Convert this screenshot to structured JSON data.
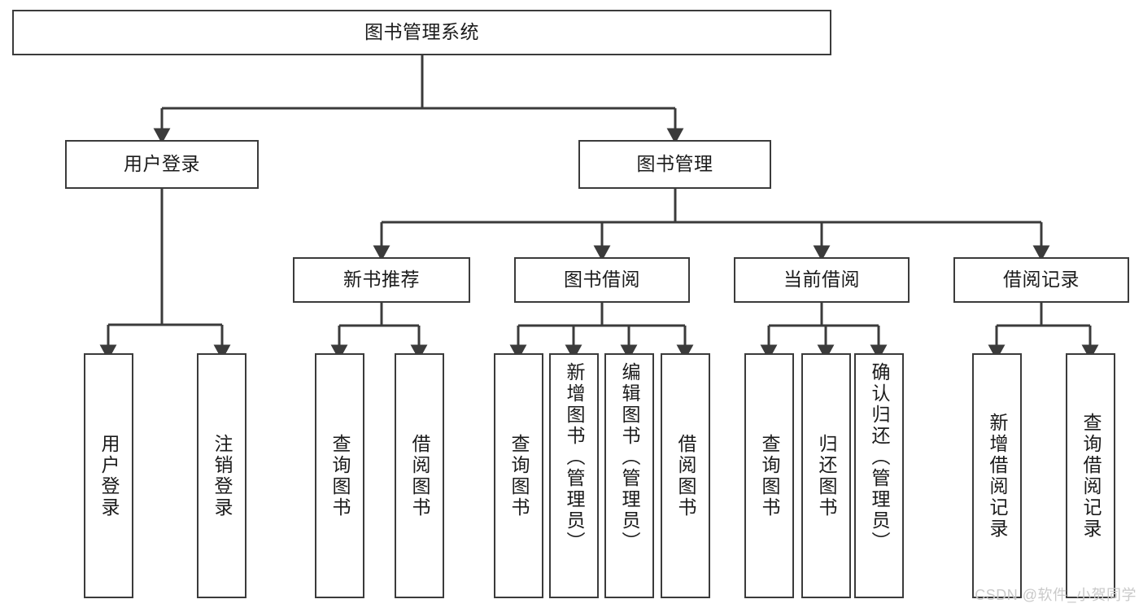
{
  "diagram": {
    "title": "图书管理系统",
    "type": "hierarchy-tree",
    "line_color": "#3b3b3b",
    "box_fill": "#ffffff",
    "text_color": "#1b1b1b",
    "background": "#ffffff",
    "nodes": {
      "root": {
        "label": "图书管理系统",
        "level": 0
      },
      "user_login": {
        "label": "用户登录",
        "level": 1
      },
      "book_manage": {
        "label": "图书管理",
        "level": 1
      },
      "new_book_rec": {
        "label": "新书推荐",
        "level": 2
      },
      "book_borrow": {
        "label": "图书借阅",
        "level": 2
      },
      "current_borrow": {
        "label": "当前借阅",
        "level": 2
      },
      "borrow_record": {
        "label": "借阅记录",
        "level": 2
      },
      "leaf_user_login": {
        "label": "用户登录",
        "level": 3
      },
      "leaf_logout": {
        "label": "注销登录",
        "level": 3
      },
      "leaf_query_book_1": {
        "label": "查询图书",
        "level": 3
      },
      "leaf_borrow_book_1": {
        "label": "借阅图书",
        "level": 3
      },
      "leaf_query_book_2": {
        "label": "查询图书",
        "level": 3
      },
      "leaf_add_book": {
        "label": "新增图书（管理员）",
        "level": 3
      },
      "leaf_edit_book": {
        "label": "编辑图书（管理员）",
        "level": 3
      },
      "leaf_borrow_book_2": {
        "label": "借阅图书",
        "level": 3
      },
      "leaf_query_book_3": {
        "label": "查询图书",
        "level": 3
      },
      "leaf_return_book": {
        "label": "归还图书",
        "level": 3
      },
      "leaf_confirm_return": {
        "label": "确认归还（管理员）",
        "level": 3
      },
      "leaf_add_record": {
        "label": "新增借阅记录",
        "level": 3
      },
      "leaf_query_record": {
        "label": "查询借阅记录",
        "level": 3
      }
    }
  },
  "watermark": {
    "text": "CSDN @软件_小贺同学"
  }
}
